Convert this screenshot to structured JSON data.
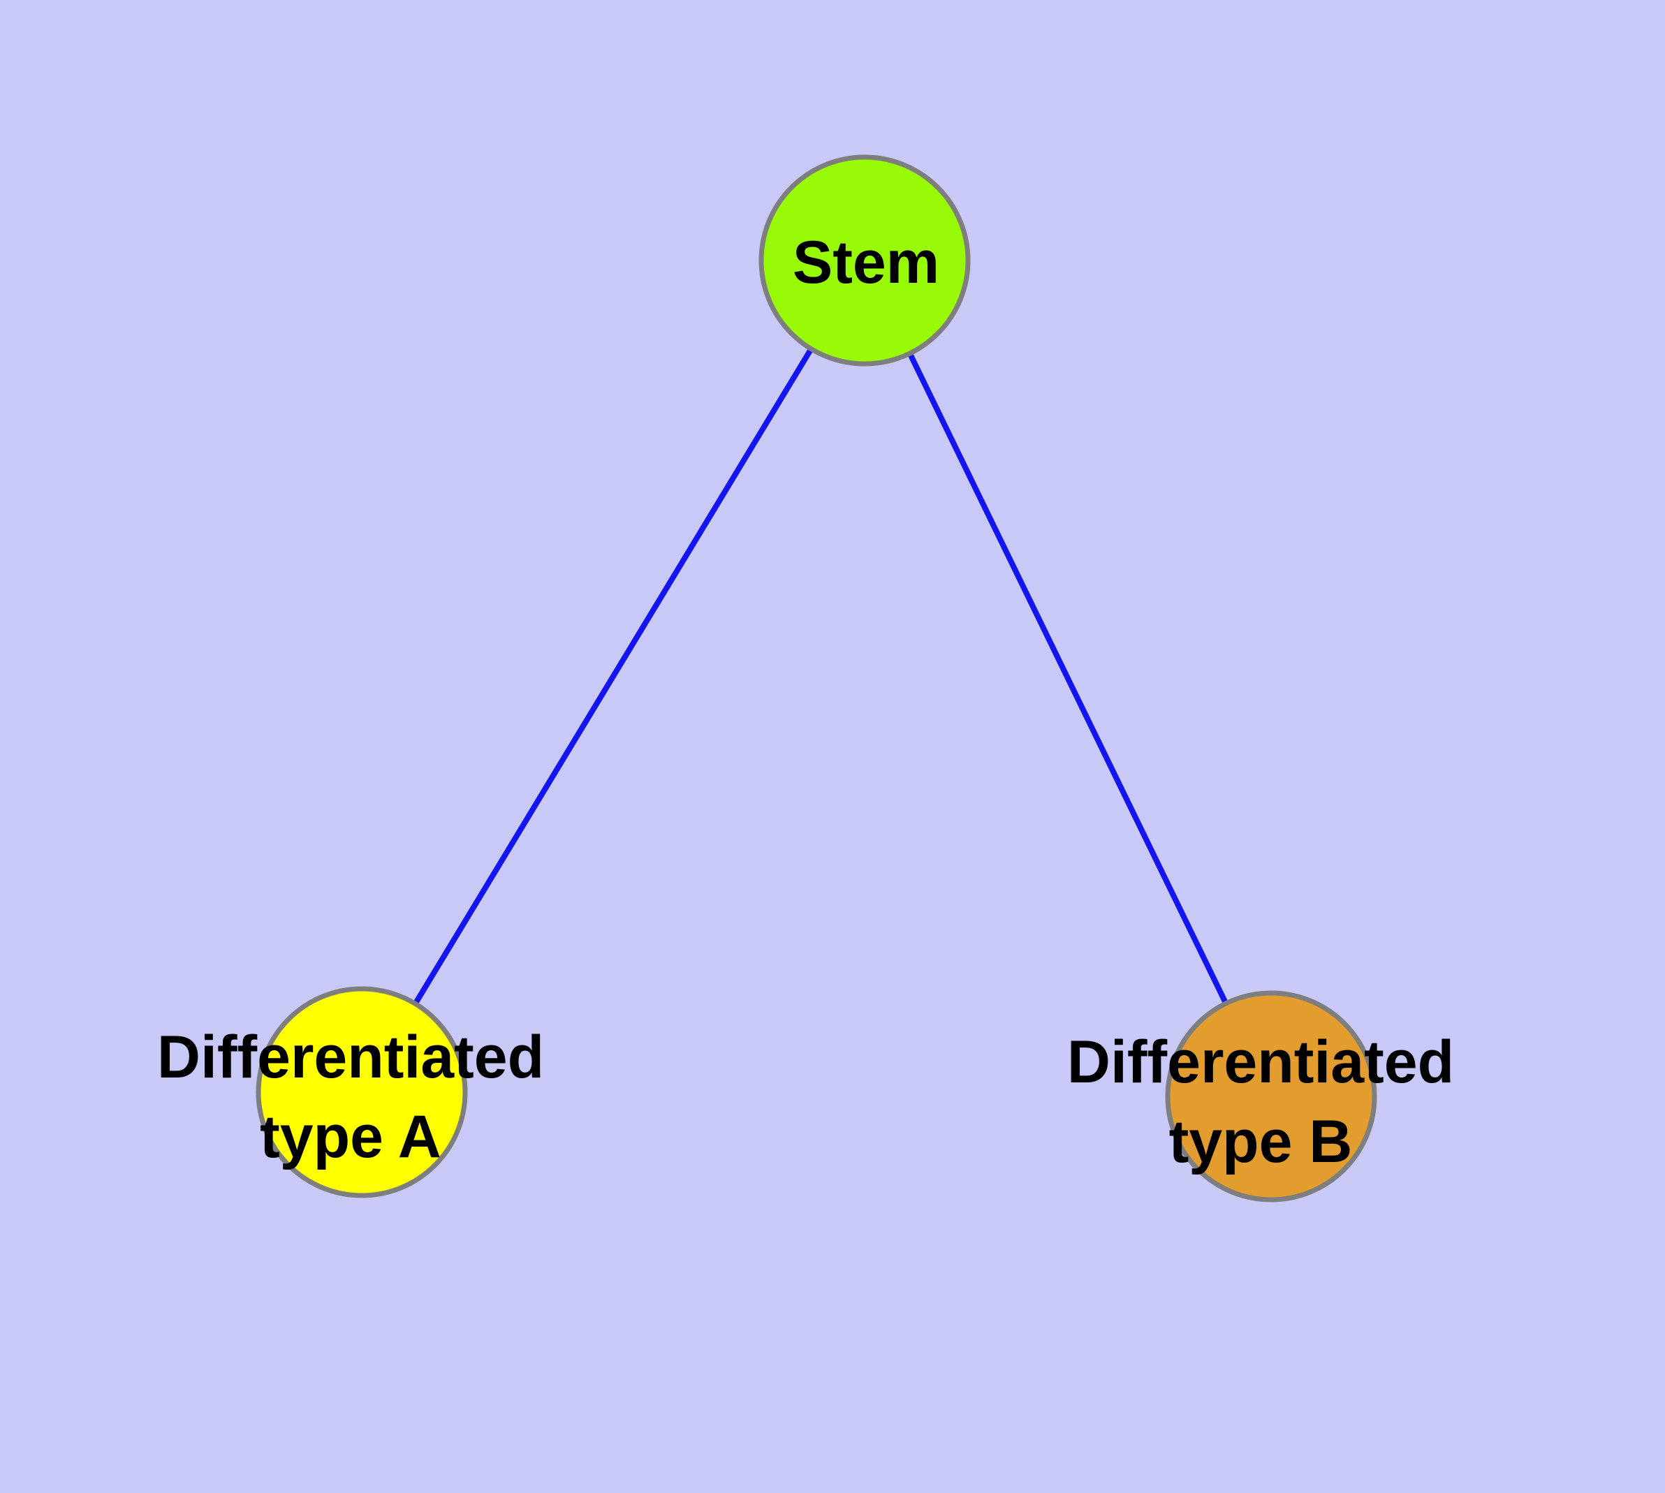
{
  "diagram": {
    "background_color": "#C9C9F8",
    "edge_color": "#1414F0",
    "node_border_color": "#7E7E7E",
    "label_color": "#000000",
    "nodes": [
      {
        "id": "stem",
        "label": "Stem",
        "fill": "#98FA06"
      },
      {
        "id": "differentiated-type-a",
        "label": "Differentiated type A",
        "label_line1": "Differentiated",
        "label_line2": "type A",
        "fill": "#FFFF00"
      },
      {
        "id": "differentiated-type-b",
        "label": "Differentiated type B",
        "label_line1": "Differentiated",
        "label_line2": "type B",
        "fill": "#E39C2E"
      }
    ],
    "edges": [
      {
        "from": "Stem",
        "to": "Differentiated type A"
      },
      {
        "from": "Stem",
        "to": "Differentiated type B"
      }
    ]
  }
}
